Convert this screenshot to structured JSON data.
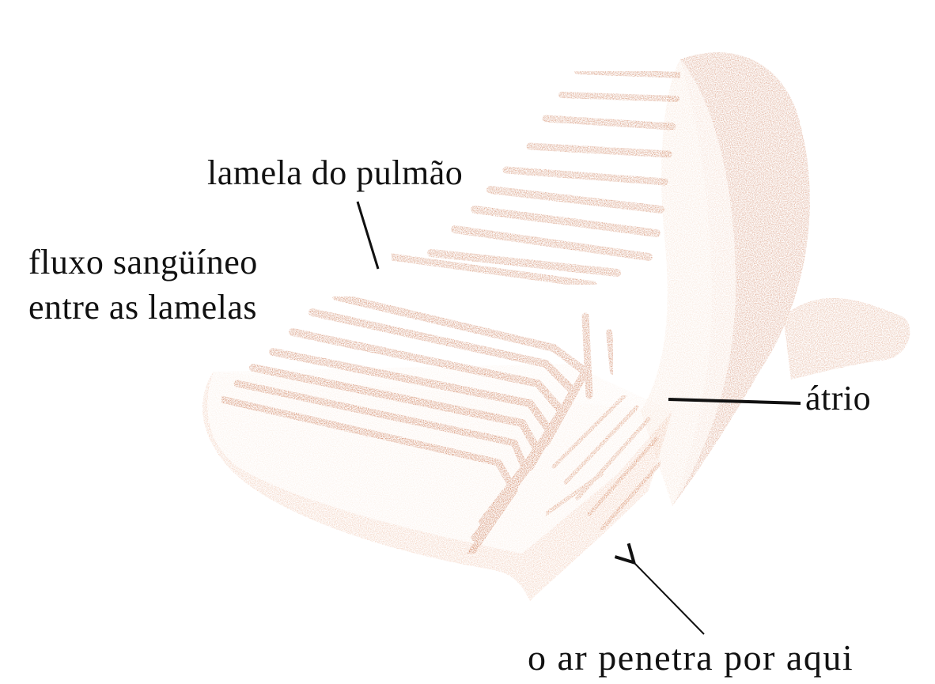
{
  "labels": {
    "lamela": "lamela do pulmão",
    "fluxo_line1": "fluxo sangüíneo",
    "fluxo_line2": "entre as lamelas",
    "atrio": "átrio",
    "ar": "o ar penetra por aqui"
  },
  "colors": {
    "tissue": "#c8714a",
    "tissue_light": "#e8b090",
    "background": "#ffffff",
    "pointer": "#111111"
  }
}
